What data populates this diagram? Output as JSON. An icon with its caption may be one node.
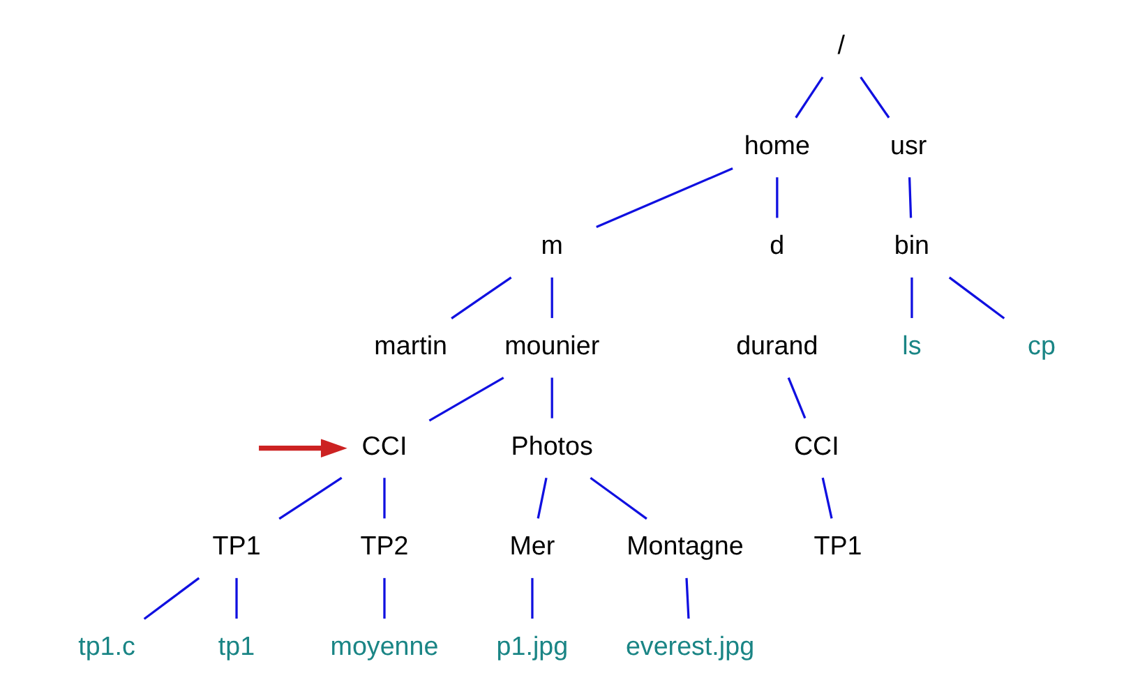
{
  "diagram": {
    "nodes": [
      {
        "text": [
          "/"
        ]
      },
      {
        "text": [
          "home"
        ]
      },
      {
        "text": [
          "usr"
        ]
      },
      {
        "text": [
          "d"
        ]
      },
      {
        "text": [
          "m"
        ]
      },
      {
        "text": [
          "bin"
        ]
      },
      {
        "text": [
          "durand"
        ]
      },
      {
        "text": [
          "martin"
        ]
      },
      {
        "text": [
          "mounier"
        ]
      },
      {
        "text": [
          "cp"
        ]
      },
      {
        "text": [
          "ls"
        ]
      },
      {
        "text": [
          "CCI"
        ]
      },
      {
        "text": [
          "CCI"
        ]
      },
      {
        "text": [
          "Photos"
        ]
      },
      {
        "text": [
          "TP1"
        ]
      },
      {
        "text": [
          "TP1"
        ]
      },
      {
        "text": [
          "TP2"
        ]
      },
      {
        "text": [
          "Mer"
        ]
      },
      {
        "text": [
          "Montagne"
        ]
      },
      {
        "text": [
          "tp1"
        ]
      },
      {
        "text": [
          "tp1.c"
        ]
      },
      {
        "text": [
          "moyenne"
        ]
      },
      {
        "text": [
          "p1.jpg"
        ]
      },
      {
        "text": [
          "everest.jpg"
        ]
      }
    ],
    "edges": [
      {
        "from": 0,
        "to": 1,
        "arrow": "none"
      },
      {
        "from": 0,
        "to": 2,
        "arrow": "none"
      },
      {
        "from": 1,
        "to": 3,
        "arrow": "none"
      },
      {
        "from": 1,
        "to": 4,
        "arrow": "none"
      },
      {
        "from": 2,
        "to": 5,
        "arrow": "none"
      },
      {
        "from": 4,
        "to": 7,
        "arrow": "none"
      },
      {
        "from": 4,
        "to": 8,
        "arrow": "none"
      },
      {
        "from": 5,
        "to": 9,
        "arrow": "none"
      },
      {
        "from": 5,
        "to": 10,
        "arrow": "none"
      },
      {
        "from": 6,
        "to": 11,
        "arrow": "none"
      },
      {
        "from": 8,
        "to": 12,
        "arrow": "none"
      },
      {
        "from": 8,
        "to": 13,
        "arrow": "none"
      },
      {
        "from": 11,
        "to": 14,
        "arrow": "none"
      },
      {
        "from": null,
        "to": 12,
        "arrow": "to",
        "style": "thick",
        "color": "#cc2222"
      },
      {
        "from": 12,
        "to": 15,
        "arrow": "none"
      },
      {
        "from": 12,
        "to": 16,
        "arrow": "none"
      },
      {
        "from": 13,
        "to": 17,
        "arrow": "none"
      },
      {
        "from": 13,
        "to": 18,
        "arrow": "none"
      },
      {
        "from": 15,
        "to": 19,
        "arrow": "none"
      },
      {
        "from": 15,
        "to": 20,
        "arrow": "none"
      },
      {
        "from": 16,
        "to": 21,
        "arrow": "none"
      },
      {
        "from": 17,
        "to": 22,
        "arrow": "none"
      },
      {
        "from": 18,
        "to": 23,
        "arrow": "none"
      }
    ]
  }
}
